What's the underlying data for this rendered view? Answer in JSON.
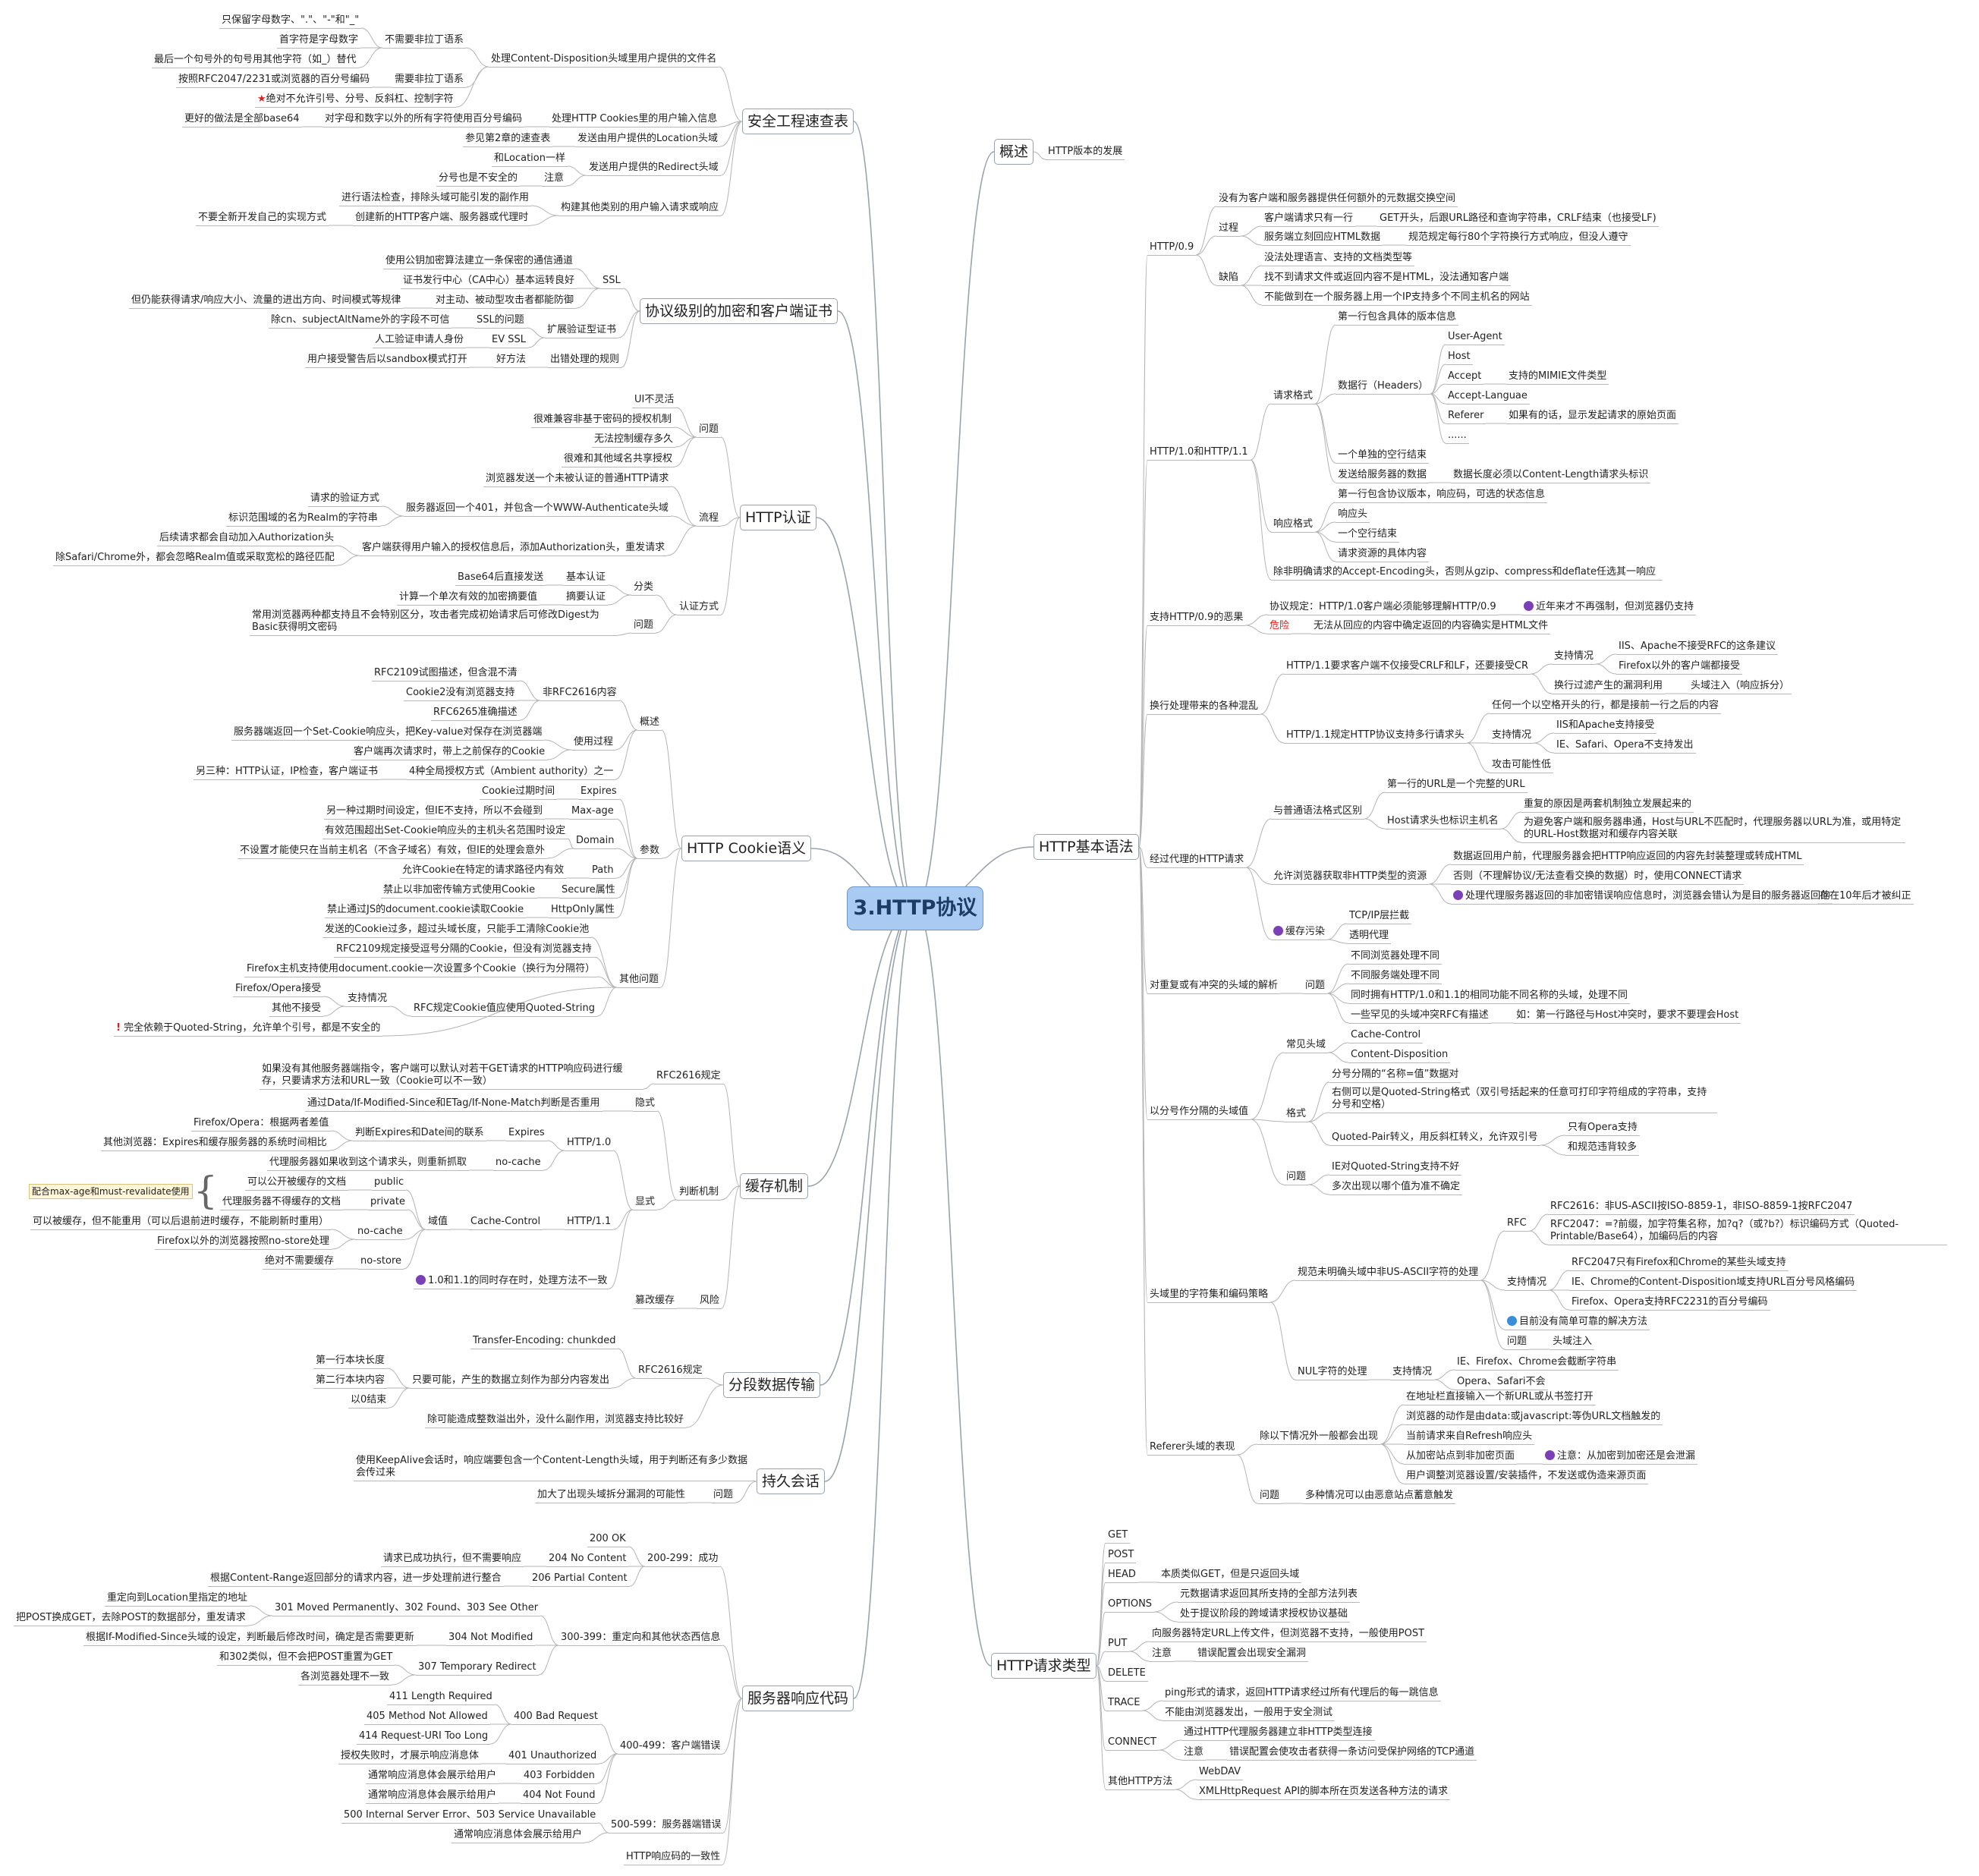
{
  "root": "3.HTTP协议",
  "nodes": {
    "gs": "概述",
    "gs1": "HTTP版本的发展",
    "v09": "HTTP/0.9",
    "v09a": "没有为客户端和服务器提供任何额外的元数据交换空间",
    "v09b": "过程",
    "v09b1": "客户端请求只有一行",
    "v09b1a": "GET开头，后跟URL路径和查询字符串，CRLF结束（也接受LF)",
    "v09b2": "服务端立刻回应HTML数据",
    "v09b2a": "规范规定每行80个字符换行方式响应，但没人遵守",
    "v09c": "缺陷",
    "v09c1": "没法处理语言、支持的文档类型等",
    "v09c2": "找不到请求文件或返回内容不是HTML，没法通知客户端",
    "v09c3": "不能做到在一个服务器上用一个IP支持多个不同主机名的网站",
    "v10": "HTTP/1.0和HTTP/1.1",
    "rq": "请求格式",
    "rq1": "第一行包含具体的版本信息",
    "rq2": "数据行（Headers）",
    "h1": "User-Agent",
    "h2": "Host",
    "h3": "Accept",
    "h3a": "支持的MIMIE文件类型",
    "h4": "Accept-Languae",
    "h5": "Referer",
    "h5a": "如果有的话，显示发起请求的原始页面",
    "h6": "......",
    "rq3": "一个单独的空行结束",
    "rq4": "发送给服务器的数据",
    "rq4a": "数据长度必须以Content-Length请求头标识",
    "rs": "响应格式",
    "rs1": "第一行包含协议版本，响应码，可选的状态信息",
    "rs2": "响应头",
    "rs3": "一个空行结束",
    "rs4": "请求资源的具体内容",
    "v10x": "除非明确请求的Accept-Encoding头，否则从gzip、compress和deflate任选其一响应",
    "z09": "支持HTTP/0.9的恶果",
    "z09a": "协议规定：HTTP/1.0客户端必须能够理解HTTP/0.9",
    "z09a1": "近年来才不再强制，但浏览器仍支持",
    "z09b": "危险",
    "z09b1": "无法从回应的内容中确定返回的内容确实是HTML文件",
    "hh": "换行处理带来的各种混乱",
    "hh1": "HTTP/1.1要求客户端不仅接受CRLF和LF，还要接受CR",
    "hh1a": "支持情况",
    "hh1a1": "IIS、Apache不接受RFC的这条建议",
    "hh1a2": "Firefox以外的客户端都接受",
    "hh1b": "换行过滤产生的漏洞利用",
    "hh1b1": "头域注入（响应拆分）",
    "hh2": "HTTP/1.1规定HTTP协议支持多行请求头",
    "hh2a": "任何一个以空格开头的行，都是接前一行之后的内容",
    "hh2b": "支持情况",
    "hh2b1": "IIS和Apache支持接受",
    "hh2b2": "IE、Safari、Opera不支持发出",
    "hh2c": "攻击可能性低",
    "jg": "经过代理的HTTP请求",
    "jg1": "与普通语法格式区别",
    "jg1a": "第一行的URL是一个完整的URL",
    "jg1b": "Host请求头也标识主机名",
    "jg1b1": "重复的原因是两套机制独立发展起来的",
    "jg1b2": "为避免客户端和服务器串通，Host与URL不匹配时，代理服务器以URL为准，或用特定的URL-Host数据对和缓存内容关联",
    "jg2": "允许浏览器获取非HTTP类型的资源",
    "jg2a": "数据返回用户前，代理服务器会把HTTP响应返回的内容先封装整理或转成HTML",
    "jg2b": "否则（不理解协议/无法查看交换的数据）时，使用CONNECT请求",
    "jg2c": "处理代理服务器返回的非加密错误响应信息时，浏览器会错认为是目的服务器返回的",
    "jg2c1": "存在10年后才被纠正",
    "jg3": "缓存污染",
    "jg3a": "TCP/IP层拦截",
    "jg3b": "透明代理",
    "cf": "对重复或有冲突的头域的解析",
    "cf1": "问题",
    "cf1a": "不同浏览器处理不同",
    "cf1b": "不同服务端处理不同",
    "cf1c": "同时拥有HTTP/1.0和1.1的相同功能不同名称的头域，处理不同",
    "cf1d": "一些罕见的头域冲突RFC有描述",
    "cf1d1": "如：第一行路径与Host冲突时，要求不要理会Host",
    "fh": "以分号作分隔的头域值",
    "fh1": "常见头域",
    "fh1a": "Cache-Control",
    "fh1b": "Content-Disposition",
    "fh2": "格式",
    "fh2a": "分号分隔的“名称=值”数据对",
    "fh2b": "右侧可以是Quoted-String格式（双引号括起来的任意可打印字符组成的字符串，支持分号和空格）",
    "fh2c": "Quoted-Pair转义，用反斜杠转义，允许双引号",
    "fh2c1": "只有Opera支持",
    "fh2c2": "和规范违背较多",
    "fh3": "问题",
    "fh3a": "IE对Quoted-String支持不好",
    "fh3b": "多次出现以哪个值为准不确定",
    "zf": "头域里的字符集和编码策略",
    "zf1": "规范未明确头域中非US-ASCII字符的处理",
    "zf1a": "RFC",
    "zf1a1": "RFC2616：非US-ASCII按ISO-8859-1，非ISO-8859-1按RFC2047",
    "zf1a2": "RFC2047：=?前缀，加字符集名称，加?q?（或?b?）标识编码方式（Quoted-Printable/Base64），加编码后的内容",
    "zf1b": "支持情况",
    "zf1b1": "RFC2047只有Firefox和Chrome的某些头域支持",
    "zf1b2": "IE、Chrome的Content-Disposition域支持URL百分号风格编码",
    "zf1b3": "Firefox、Opera支持RFC2231的百分号编码",
    "zf1c": "目前没有简单可靠的解决方法",
    "zf1d": "问题",
    "zf1d1": "头域注入",
    "zf2": "NUL字符的处理",
    "zf2a": "支持情况",
    "zf2a1": "IE、Firefox、Chrome会截断字符串",
    "zf2a2": "Opera、Safari不会",
    "rf": "Referer头域的表现",
    "rf1": "除以下情况外一般都会出现",
    "rf1a": "在地址栏直接输入一个新URL或从书签打开",
    "rf1b": "浏览器的动作是由data:或javascript:等伪URL文档触发的",
    "rf1c": "当前请求来自Refresh响应头",
    "rf1d": "从加密站点到非加密页面",
    "rf1d1": "注意：从加密到加密还是会泄漏",
    "rf1e": "用户调整浏览器设置/安装插件，不发送或伪造来源页面",
    "rf2": "问题",
    "rf2a": "多种情况可以由恶意站点蓄意触发",
    "jb": "HTTP基本语法",
    "lx": "HTTP请求类型",
    "lx1": "GET",
    "lx2": "POST",
    "lx3": "HEAD",
    "lx3a": "本质类似GET，但是只返回头域",
    "lx4": "OPTIONS",
    "lx4a": "元数据请求返回其所支持的全部方法列表",
    "lx4b": "处于提议阶段的跨域请求授权协议基础",
    "lx5": "PUT",
    "lx5a": "向服务器特定URL上传文件，但浏览器不支持，一般使用POST",
    "lx5b": "注意",
    "lx5b1": "错误配置会出现安全漏洞",
    "lx6": "DELETE",
    "lx7": "TRACE",
    "lx7a": "ping形式的请求，返回HTTP请求经过所有代理后的每一跳信息",
    "lx7b": "不能由浏览器发出，一般用于安全测试",
    "lx8": "CONNECT",
    "lx8a": "通过HTTP代理服务器建立非HTTP类型连接",
    "lx8b": "注意",
    "lx8b1": "错误配置会使攻击者获得一条访问受保护网络的TCP通道",
    "lx9": "其他HTTP方法",
    "lx9a": "WebDAV",
    "lx9b": "XMLHttpRequest API的脚本所在页发送各种方法的请求",
    "aq": "安全工程速查表",
    "aq1": "处理Content-Disposition头域里用户提供的文件名",
    "aq1a": "不需要非拉丁语系",
    "aq1a1": "只保留字母数字、\".\"、\"-\"和\"_\"",
    "aq1a2": "首字符是字母数字",
    "aq1a3": "最后一个句号外的句号用其他字符（如_）替代",
    "aq1b": "需要非拉丁语系",
    "aq1b1": "按照RFC2047/2231或浏览器的百分号编码",
    "aq1c": "绝对不允许引号、分号、反斜杠、控制字符",
    "aq2": "处理HTTP Cookies里的用户输入信息",
    "aq2a": "对字母和数字以外的所有字符使用百分号编码",
    "aq2a1": "更好的做法是全部base64",
    "aq3": "发送由用户提供的Location头域",
    "aq3a": "参见第2章的速查表",
    "aq4": "发送用户提供的Redirect头域",
    "aq4a": "和Location一样",
    "aq4b": "注意",
    "aq4b1": "分号也是不安全的",
    "aq5": "构建其他类别的用户输入请求或响应",
    "aq5a": "进行语法检查，排除头域可能引发的副作用",
    "aq5b": "创建新的HTTP客户端、服务器或代理时",
    "aq5b1": "不要全新开发自己的实现方式",
    "jm": "协议级别的加密和客户端证书",
    "ssl": "SSL",
    "ssl1": "使用公钥加密算法建立一条保密的通信通道",
    "ssl2": "证书发行中心（CA中心）基本运转良好",
    "ssl3": "对主动、被动型攻击者都能防御",
    "ssl3a": "但仍能获得请求/响应大小、流量的进出方向、时间模式等规律",
    "ev": "扩展验证型证书",
    "ev1": "SSL的问题",
    "ev1a": "除cn、subjectAltName外的字段不可信",
    "ev2": "EV SSL",
    "ev2a": "人工验证申请人身份",
    "cc": "出错处理的规则",
    "cc1": "好方法",
    "cc1a": "用户接受警告后以sandbox模式打开",
    "rz": "HTTP认证",
    "rz1": "问题",
    "rz1a": "UI不灵活",
    "rz1b": "很难兼容非基于密码的授权机制",
    "rz1c": "无法控制缓存多久",
    "rz1d": "很难和其他域名共享授权",
    "rz2": "流程",
    "rz2a": "浏览器发送一个未被认证的普通HTTP请求",
    "rz2b": "服务器返回一个401，并包含一个WWW-Authenticate头域",
    "rz2b1": "请求的验证方式",
    "rz2b2": "标识范围域的名为Realm的字符串",
    "rz2c": "客户端获得用户输入的授权信息后，添加Authorization头，重发请求",
    "rz2c1": "后续请求都会自动加入Authorization头",
    "rz2c2": "除Safari/Chrome外，都会忽略Realm值或采取宽松的路径匹配",
    "rz3": "认证方式",
    "rz3a": "分类",
    "rz3a1": "基本认证",
    "rz3a1a": "Base64后直接发送",
    "rz3a2": "摘要认证",
    "rz3a2a": "计算一个单次有效的加密摘要值",
    "rz3b": "问题",
    "rz3b1": "常用浏览器两种都支持且不会特别区分，攻击者完成初始请求后可修改Digest为Basic获得明文密码",
    "ck": "HTTP Cookie语义",
    "ck1": "概述",
    "ck1a": "非RFC2616内容",
    "ck1a1": "RFC2109试图描述，但含混不清",
    "ck1a2": "Cookie2没有浏览器支持",
    "ck1a3": "RFC6265准确描述",
    "ck1b": "使用过程",
    "ck1b1": "服务器端返回一个Set-Cookie响应头，把Key-value对保存在浏览器端",
    "ck1b2": "客户端再次请求时，带上之前保存的Cookie",
    "ck1c": "4种全局授权方式（Ambient authority）之一",
    "ck1c1": "另三种：HTTP认证，IP检查，客户端证书",
    "ck2": "参数",
    "ck2a": "Expires",
    "ck2a1": "Cookie过期时间",
    "ck2b": "Max-age",
    "ck2b1": "另一种过期时间设定，但IE不支持，所以不会碰到",
    "ck2c": "Domain",
    "ck2c1": "有效范围超出Set-Cookie响应头的主机头名范围时设定",
    "ck2c2": "不设置才能使只在当前主机名（不含子域名）有效，但IE的处理会意外",
    "ck2d": "Path",
    "ck2d1": "允许Cookie在特定的请求路径内有效",
    "ck2e": "Secure属性",
    "ck2e1": "禁止以非加密传输方式使用Cookie",
    "ck2f": "HttpOnly属性",
    "ck2f1": "禁止通过JS的document.cookie读取Cookie",
    "ck3": "其他问题",
    "ck3a": "发送的Cookie过多，超过头域长度，只能手工清除Cookie池",
    "ck3b": "RFC2109规定接受逗号分隔的Cookie，但没有浏览器支持",
    "ck3c": "Firefox主机支持使用document.cookie一次设置多个Cookie（换行为分隔符）",
    "ck3d": "RFC规定Cookie值应使用Quoted-String",
    "ck3d1": "支持情况",
    "ck3d1a": "Firefox/Opera接受",
    "ck3d1b": "其他不接受",
    "ck3d2": "完全依赖于Quoted-String，允许单个引号，都是不安全的",
    "hc": "缓存机制",
    "hc1": "RFC2616规定",
    "hc1a": "如果没有其他服务器端指令，客户端可以默认对若干GET请求的HTTP响应码进行缓存，只要请求方法和URL一致（Cookie可以不一致）",
    "hc2": "判断机制",
    "hc2a": "隐式",
    "hc2a1": "通过Data/If-Modified-Since和ETag/If-None-Match判断是否重用",
    "hc2b": "显式",
    "hc2b1": "HTTP/1.0",
    "hc2b1a": "Expires",
    "hc2b1a1": "判断Expires和Date间的联系",
    "hc2b1a1a": "Firefox/Opera：根据两者差值",
    "hc2b1a1b": "其他浏览器：Expires和缓存服务器的系统时间相比",
    "hc2b1b": "no-cache",
    "hc2b1b1": "代理服务器如果收到这个请求头，则重新抓取",
    "hc2b2": "HTTP/1.1",
    "hc2b2a": "Cache-Control",
    "hc2b2a1": "域值",
    "pub": "public",
    "pub1": "可以公开被缓存的文档",
    "prv": "private",
    "prv1": "代理服务器不得缓存的文档",
    "nc": "no-cache",
    "nc1": "可以被缓存，但不能重用（可以后退前进时缓存，不能刷新时重用）",
    "nc2": "Firefox以外的浏览器按照no-store处理",
    "ns": "no-store",
    "ns1": "绝对不需要缓存",
    "mrn": "配合max-age和must-revalidate使用",
    "hc2b3": "1.0和1.1的同时存在时，处理方法不一致",
    "hc3": "风险",
    "hc3a": "篡改缓存",
    "fd": "分段数据传输",
    "fd1": "RFC2616规定",
    "fd1a": "Transfer-Encoding: chunkded",
    "fd1b": "只要可能，产生的数据立刻作为部分内容发出",
    "fd1b1": "第一行本块长度",
    "fd1b2": "第二行本块内容",
    "fd1b3": "以0结束",
    "fd2": "除可能造成整数溢出外，没什么副作用，浏览器支持比较好",
    "cj": "持久会话",
    "cj1": "使用KeepAlive会话时，响应端要包含一个Content-Length头域，用于判断还有多少数据会传过来",
    "cj2": "问题",
    "cj2a": "加大了出现头域拆分漏洞的可能性",
    "sr": "服务器响应代码",
    "s2": "200-299：成功",
    "s2a": "200 OK",
    "s2b": "204 No Content",
    "s2b1": "请求已成功执行，但不需要响应",
    "s2c": "206 Partial Content",
    "s2c1": "根据Content-Range返回部分的请求内容，进一步处理前进行整合",
    "s3": "300-399：重定向和其他状态西信息",
    "s3a": "301 Moved Permanently、302 Found、303 See Other",
    "s3a1": "重定向到Location里指定的地址",
    "s3a2": "把POST换成GET，去除POST的数据部分，重发请求",
    "s3b": "304 Not Modified",
    "s3b1": "根据If-Modified-Since头域的设定，判断最后修改时间，确定是否需要更新",
    "s3c": "307 Temporary Redirect",
    "s3c1": "和302类似，但不会把POST重置为GET",
    "s3c2": "各浏览器处理不一致",
    "s4": "400-499：客户端错误",
    "s4a": "400 Bad Request",
    "s4a1": "411 Length Required",
    "s4a2": "405 Method Not Allowed",
    "s4a3": "414 Request-URI Too Long",
    "s4b": "401 Unauthorized",
    "s4b1": "授权失败时，才展示响应消息体",
    "s4c": "403 Forbidden",
    "s4c1": "通常响应消息体会展示给用户",
    "s4d": "404 Not Found",
    "s4d1": "通常响应消息体会展示给用户",
    "s5": "500-599：服务器端错误",
    "s5a": "500 Internal Server Error、503 Service Unavailable",
    "s5b": "通常响应消息体会展示给用户",
    "s6": "HTTP响应码的一致性"
  }
}
